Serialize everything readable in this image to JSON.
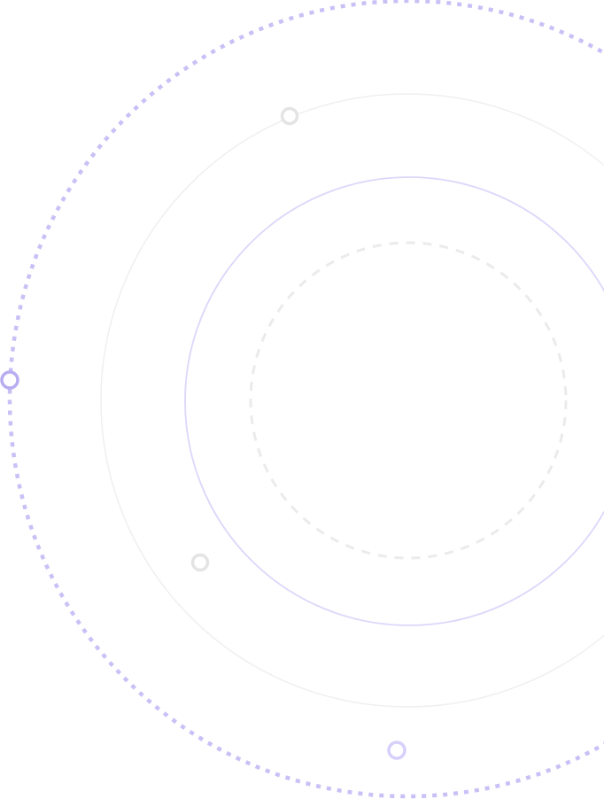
{
  "colors": {
    "background": "#ffffff",
    "outer_dashed_ring": "#c9c1f6",
    "light_gray_ring": "#efefef",
    "lavender_ring": "#dcd7fa",
    "inner_dashed_ring": "#ebebeb",
    "gray_node": "#e4e4e4",
    "purple_node": "#b7adf0",
    "lavender_node": "#d6d0fa"
  },
  "decoration": {
    "rings": [
      {
        "name": "outer-dashed-ring",
        "style": "dotted",
        "color_key": "outer_dashed_ring"
      },
      {
        "name": "large-gray-ring",
        "style": "solid",
        "color_key": "light_gray_ring"
      },
      {
        "name": "lavender-ring",
        "style": "solid",
        "color_key": "lavender_ring"
      },
      {
        "name": "inner-dashed-ring",
        "style": "dashed",
        "color_key": "inner_dashed_ring"
      }
    ],
    "nodes": [
      {
        "name": "node-top-gray",
        "color_key": "gray_node"
      },
      {
        "name": "node-left-purple",
        "color_key": "purple_node"
      },
      {
        "name": "node-lower-left-gray",
        "color_key": "gray_node"
      },
      {
        "name": "node-bottom-lavender",
        "color_key": "lavender_node"
      }
    ]
  }
}
